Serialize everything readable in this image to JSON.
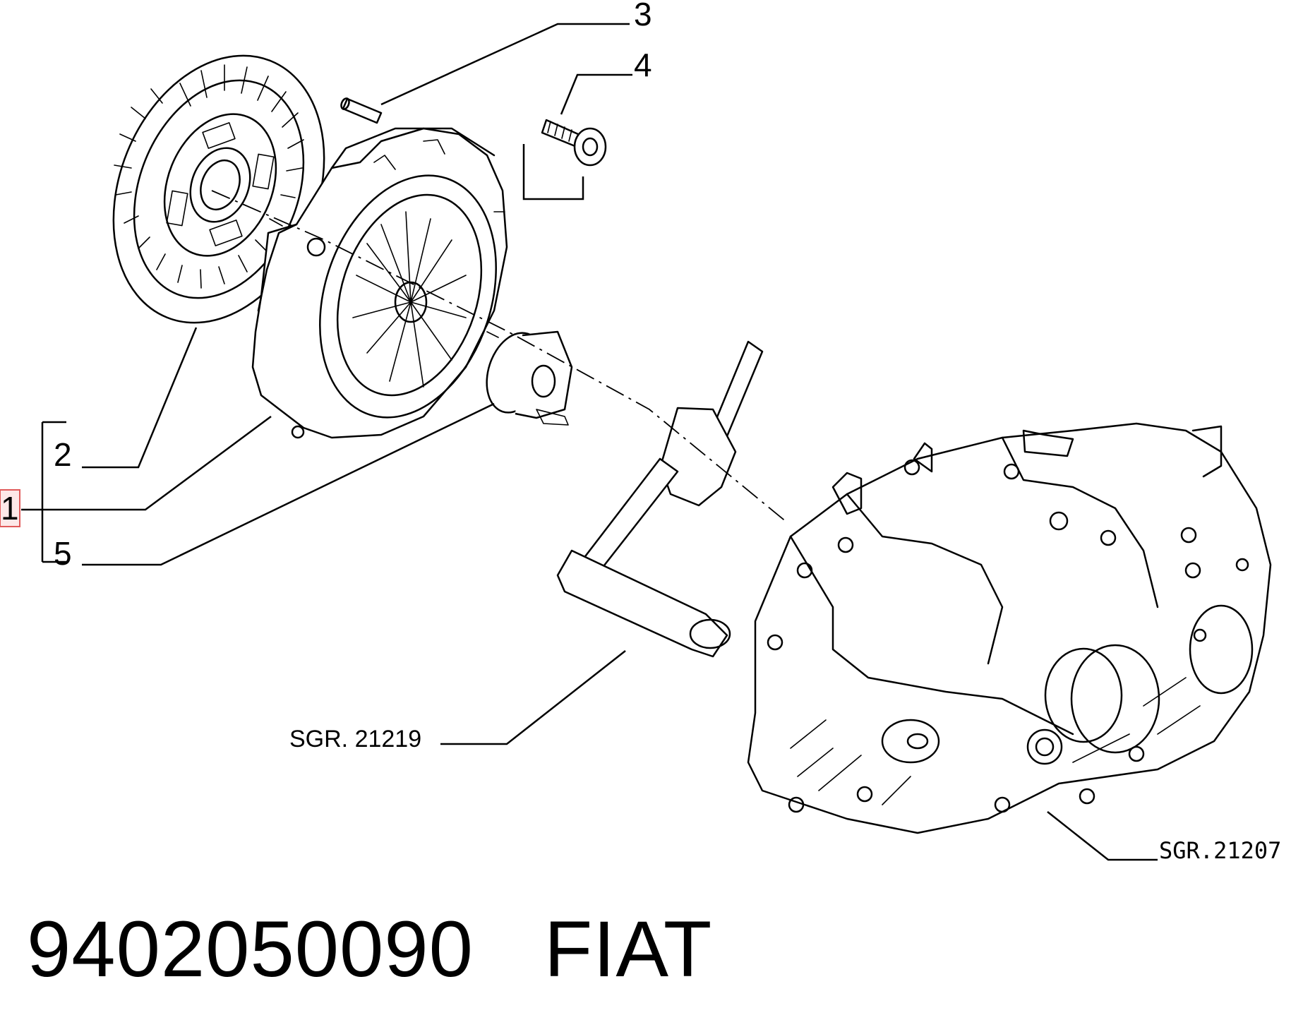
{
  "callouts": {
    "c1": "1",
    "c2": "2",
    "c3": "3",
    "c4": "4",
    "c5": "5"
  },
  "references": {
    "release_fork_ref": "SGR. 21219",
    "gearbox_ref": "SGR.21207"
  },
  "footer": {
    "part_number": "9402050090",
    "brand": "FIAT"
  },
  "colors": {
    "highlight_border": "#e05a5a",
    "highlight_fill": "#fde8e8",
    "line": "#000000",
    "background": "#ffffff"
  }
}
